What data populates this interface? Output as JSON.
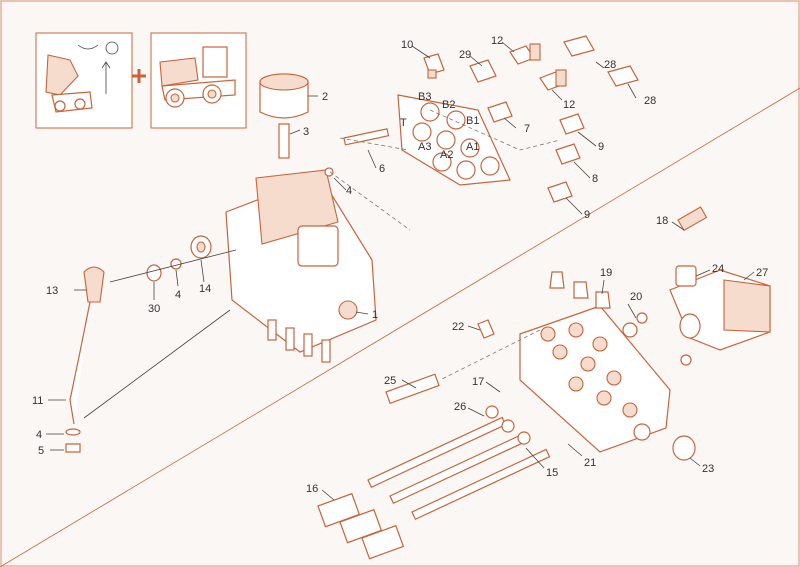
{
  "colors": {
    "line": "#c8643a",
    "fill": "#f6dccd",
    "label": "#333333",
    "frame": "#e4b49a"
  },
  "icons": [
    "lever-gesture-icon",
    "plus-icon",
    "dumper-vehicle-icon"
  ],
  "plate": {
    "ports": [
      "B3",
      "B2",
      "B1",
      "T",
      "A3",
      "A2",
      "A1"
    ]
  },
  "callouts": [
    "10",
    "29",
    "12",
    "28",
    "12",
    "28",
    "2",
    "3",
    "7",
    "9",
    "8",
    "9",
    "6",
    "4",
    "18",
    "13",
    "30",
    "4",
    "14",
    "24",
    "27",
    "19",
    "20",
    "1",
    "22",
    "25",
    "17",
    "26",
    "11",
    "4",
    "5",
    "15",
    "21",
    "23",
    "16"
  ]
}
